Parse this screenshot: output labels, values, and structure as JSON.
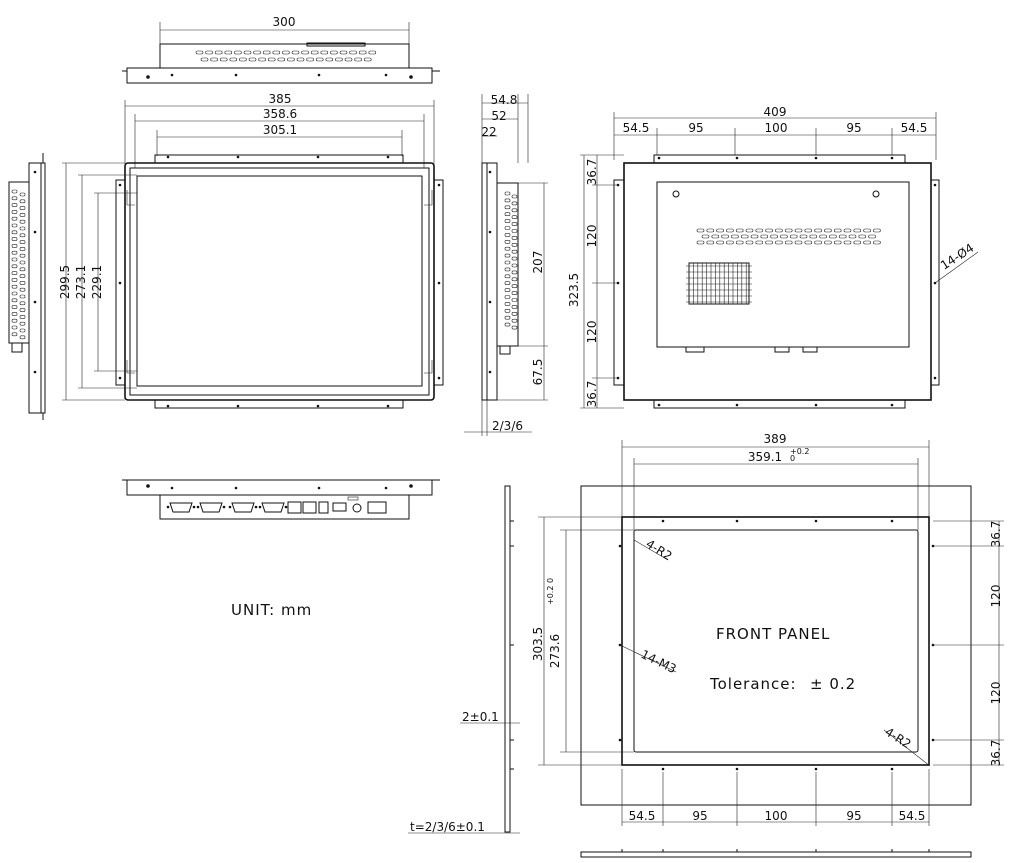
{
  "top_view": {
    "width_label": "300"
  },
  "front_view": {
    "dims": {
      "d385": "385",
      "d358": "358.6",
      "d305": "305.1",
      "h2995": "299.5",
      "h2731": "273.1",
      "h2291": "229.1"
    }
  },
  "side_view": {
    "dims": {
      "d548": "54.8",
      "d52": "52",
      "d22": "22",
      "h207": "207",
      "h675": "67.5",
      "thick": "2/3/6"
    }
  },
  "rear_view": {
    "dims": {
      "width": "409",
      "top_segments": [
        "54.5",
        "95",
        "100",
        "95",
        "54.5"
      ],
      "height": "323.5",
      "left_segments": [
        "36.7",
        "120",
        "120",
        "36.7"
      ],
      "hole_callout": "14-Ø4"
    }
  },
  "unit_label": "UNIT: mm",
  "front_panel": {
    "title": "FRONT PANEL",
    "tolerance_text": "Tolerance:",
    "tolerance_value": "± 0.2",
    "dims": {
      "width_outer": "389",
      "width_inner": "359.1",
      "width_inner_tol_upper": "+0.2",
      "width_inner_tol_lower": "0",
      "height_outer": "303.5",
      "height_inner": "273.6",
      "height_inner_tol": "+0.2 0",
      "corner_top": "4-R2",
      "corner_bottom": "4-R2",
      "screw_callout": "14-M3",
      "bottom_segments": [
        "54.5",
        "95",
        "100",
        "95",
        "54.5"
      ],
      "right_segments": [
        "36.7",
        "120",
        "120",
        "36.7"
      ],
      "panel_thickness": "2±0.1",
      "t_label": "t=2/3/6±0.1"
    }
  }
}
